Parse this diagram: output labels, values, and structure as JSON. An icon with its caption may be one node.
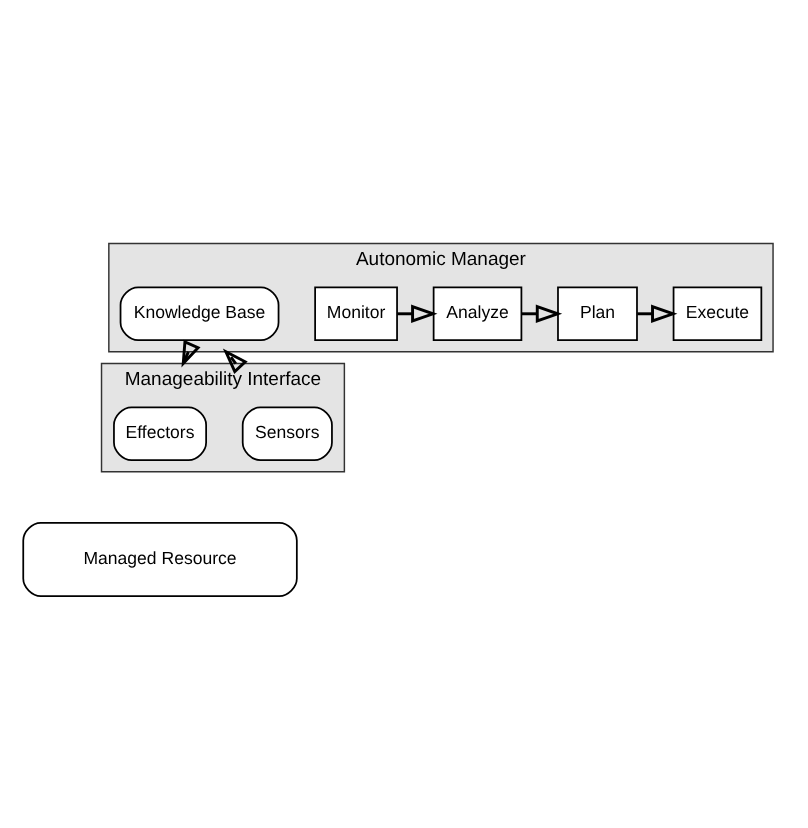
{
  "diagram": {
    "nodes": [
      {
        "text": [
          "Autonomic Manager"
        ]
      },
      {
        "text": [
          "Monitor"
        ],
        "in": 0
      },
      {
        "text": [
          "Analyze"
        ],
        "in": 0
      },
      {
        "text": [
          "Plan"
        ],
        "in": 0
      },
      {
        "text": [
          "Execute"
        ],
        "in": 0
      },
      {
        "text": [
          "Knowledge Base"
        ],
        "in": 0
      },
      {
        "text": [
          "Manageability Interface"
        ]
      },
      {
        "text": [
          "Sensors"
        ],
        "in": 6
      },
      {
        "text": [
          "Effectors"
        ],
        "in": 6
      },
      {
        "text": [
          "Managed Resource"
        ]
      }
    ],
    "edges": [
      {
        "from": 1,
        "to": 2,
        "arrow": "to"
      },
      {
        "from": 2,
        "to": 3,
        "arrow": "to"
      },
      {
        "from": 3,
        "to": 4,
        "arrow": "to"
      },
      {
        "from": 6,
        "to": 0,
        "arrow": "to"
      },
      {
        "from": 0,
        "to": 6,
        "arrow": "to"
      }
    ]
  }
}
